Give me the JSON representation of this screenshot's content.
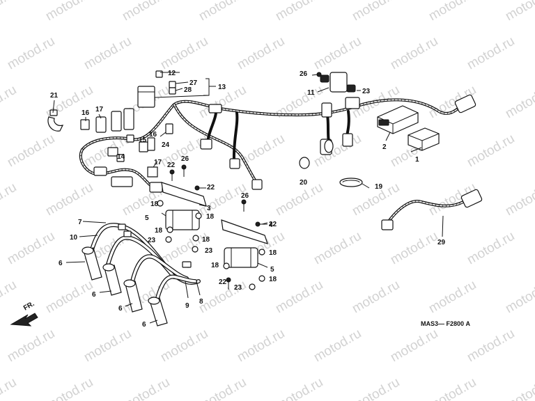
{
  "watermark": {
    "text": "motod.ru"
  },
  "direction": {
    "text": "FR."
  },
  "catalog_code": {
    "text": "MAS3— F2800 A"
  },
  "callouts": {
    "c1": "1",
    "c2": "2",
    "c3": "3",
    "c4": "4",
    "c5a": "5",
    "c5b": "5",
    "c6a": "6",
    "c6b": "6",
    "c6c": "6",
    "c6d": "6",
    "c7": "7",
    "c8": "8",
    "c9": "9",
    "c10": "10",
    "c11": "11",
    "c12": "12",
    "c13": "13",
    "c14": "14",
    "c15": "15",
    "c16a": "16",
    "c16b": "16",
    "c17a": "17",
    "c17b": "17",
    "c18a": "18",
    "c18b": "18",
    "c18c": "18",
    "c18d": "18",
    "c18e": "18",
    "c18f": "18",
    "c18g": "18",
    "c19": "19",
    "c20": "20",
    "c21": "21",
    "c22a": "22",
    "c22b": "22",
    "c22c": "22",
    "c22d": "22",
    "c23a": "23",
    "c23b": "23",
    "c23c": "23",
    "c23d": "23",
    "c24": "24",
    "c26a": "26",
    "c26b": "26",
    "c26c": "26",
    "c27": "27",
    "c28": "28",
    "c29": "29"
  }
}
